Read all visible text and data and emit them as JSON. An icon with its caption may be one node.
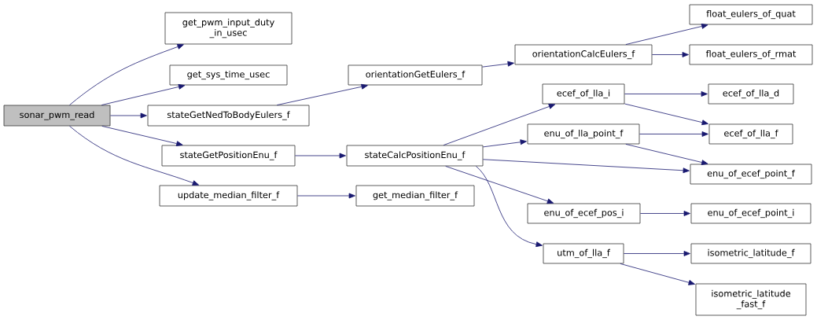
{
  "diagram": {
    "nodes": [
      {
        "text": [
          "sonar_pwm_read"
        ]
      },
      {
        "text": [
          "get_pwm_input_duty _in_usec"
        ]
      },
      {
        "text": [
          "get_sys_time_usec"
        ]
      },
      {
        "text": [
          "stateGetNedToBodyEulers_f"
        ]
      },
      {
        "text": [
          "stateGetPositionEnu_f"
        ]
      },
      {
        "text": [
          "update_median_filter_f"
        ]
      },
      {
        "text": [
          "orientationGetEulers_f"
        ]
      },
      {
        "text": [
          "stateCalcPositionEnu_f"
        ]
      },
      {
        "text": [
          "get_median_filter_f"
        ]
      },
      {
        "text": [
          "orientationCalcEulers_f"
        ]
      },
      {
        "text": [
          "ecef_of_lla_i"
        ]
      },
      {
        "text": [
          "enu_of_lla_point_f"
        ]
      },
      {
        "text": [
          "enu_of_ecef_pos_i"
        ]
      },
      {
        "text": [
          "utm_of_lla_f"
        ]
      },
      {
        "text": [
          "float_eulers_of_quat"
        ]
      },
      {
        "text": [
          "float_eulers_of_rmat"
        ]
      },
      {
        "text": [
          "ecef_of_lla_d"
        ]
      },
      {
        "text": [
          "ecef_of_lla_f"
        ]
      },
      {
        "text": [
          "enu_of_ecef_point_f"
        ]
      },
      {
        "text": [
          "enu_of_ecef_point_i"
        ]
      },
      {
        "text": [
          "isometric_latitude_f"
        ]
      },
      {
        "text": [
          "isometric_latitude _fast_f"
        ]
      }
    ],
    "edges": [
      {
        "from": 0,
        "to": 1,
        "arrow": "to"
      },
      {
        "from": 0,
        "to": 2,
        "arrow": "to"
      },
      {
        "from": 0,
        "to": 3,
        "arrow": "to"
      },
      {
        "from": 0,
        "to": 4,
        "arrow": "to"
      },
      {
        "from": 0,
        "to": 5,
        "arrow": "to"
      },
      {
        "from": 3,
        "to": 6,
        "arrow": "to"
      },
      {
        "from": 6,
        "to": 9,
        "arrow": "to"
      },
      {
        "from": 9,
        "to": 14,
        "arrow": "to"
      },
      {
        "from": 9,
        "to": 15,
        "arrow": "to"
      },
      {
        "from": 4,
        "to": 7,
        "arrow": "to"
      },
      {
        "from": 5,
        "to": 8,
        "arrow": "to"
      },
      {
        "from": 7,
        "to": 10,
        "arrow": "to"
      },
      {
        "from": 7,
        "to": 11,
        "arrow": "to"
      },
      {
        "from": 7,
        "to": 18,
        "arrow": "to"
      },
      {
        "from": 7,
        "to": 12,
        "arrow": "to"
      },
      {
        "from": 7,
        "to": 13,
        "arrow": "to"
      },
      {
        "from": 10,
        "to": 16,
        "arrow": "to"
      },
      {
        "from": 10,
        "to": 17,
        "arrow": "to"
      },
      {
        "from": 11,
        "to": 17,
        "arrow": "to"
      },
      {
        "from": 11,
        "to": 18,
        "arrow": "to"
      },
      {
        "from": 12,
        "to": 19,
        "arrow": "to"
      },
      {
        "from": 13,
        "to": 20,
        "arrow": "to"
      },
      {
        "from": 13,
        "to": 21,
        "arrow": "to"
      }
    ]
  }
}
